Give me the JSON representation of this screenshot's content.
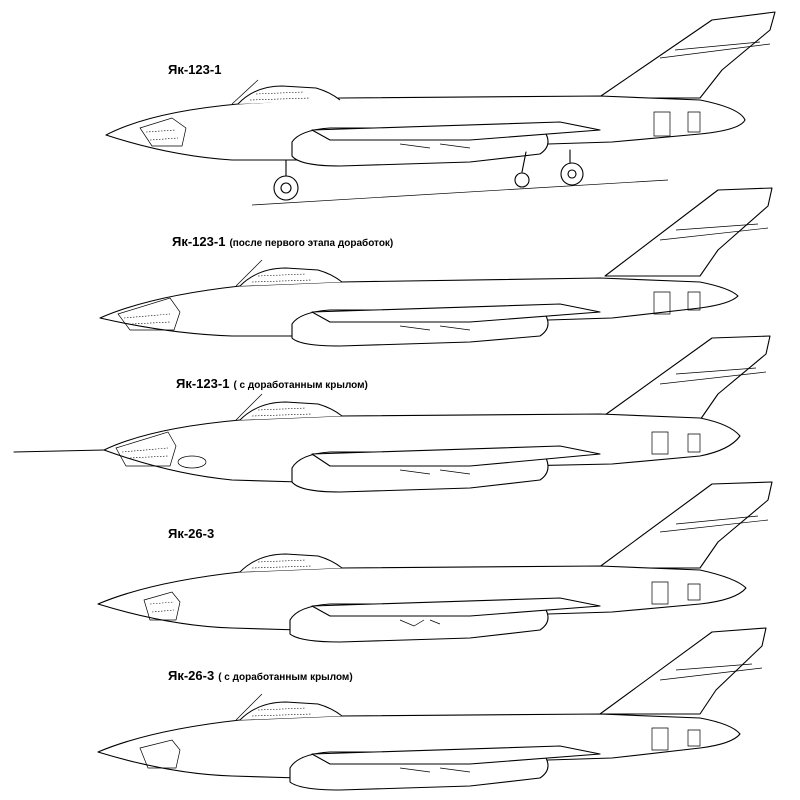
{
  "views": [
    {
      "id": "v1",
      "title": "Як-123-1",
      "note": ""
    },
    {
      "id": "v2",
      "title": "Як-123-1",
      "note": "(после первого этапа доработок)"
    },
    {
      "id": "v3",
      "title": "Як-123-1",
      "note": "( с доработанным крылом)"
    },
    {
      "id": "v4",
      "title": "Як-26-3",
      "note": ""
    },
    {
      "id": "v5",
      "title": "Як-26-3",
      "note": "( с доработанным крылом)"
    }
  ]
}
